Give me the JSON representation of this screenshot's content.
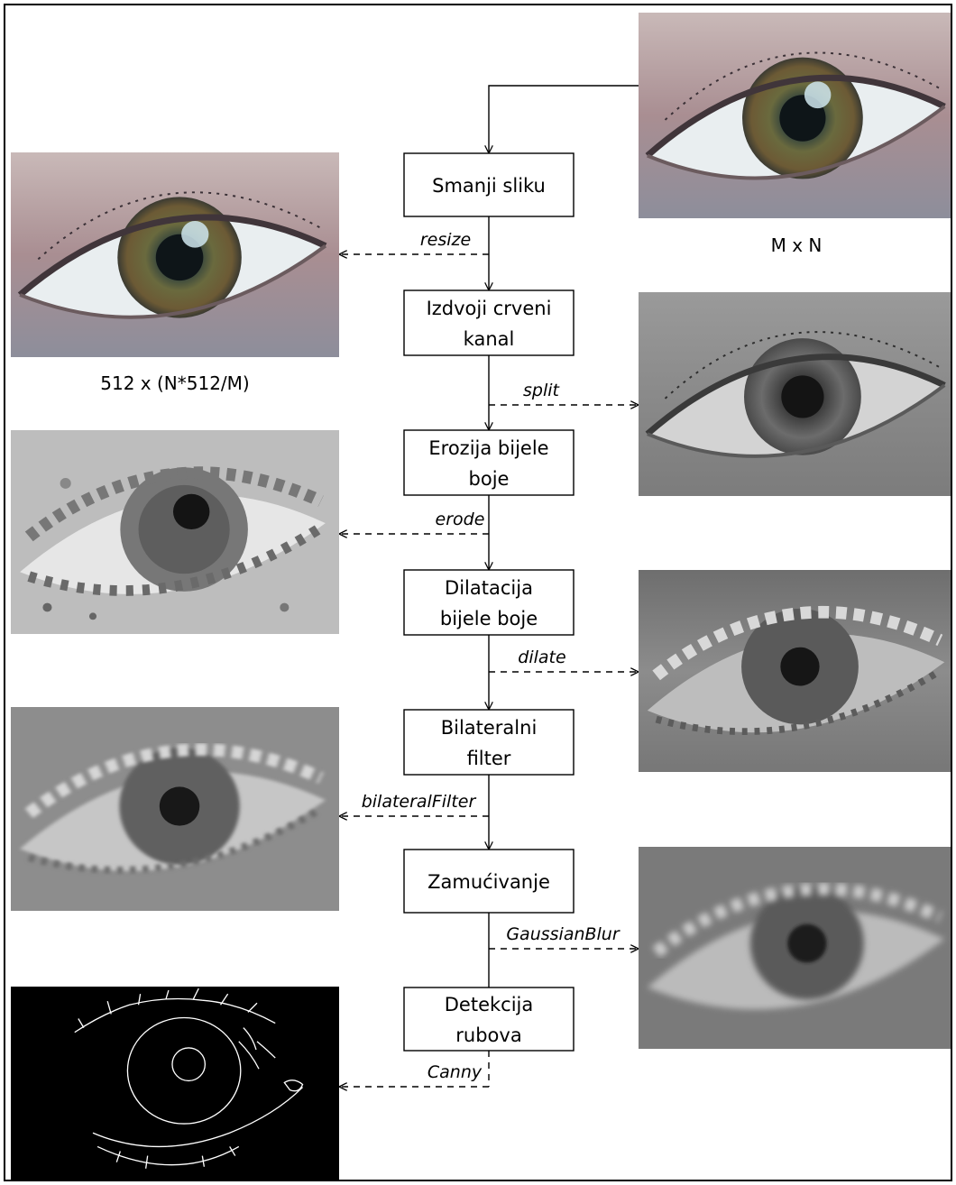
{
  "steps": [
    {
      "lines": [
        "Smanji sliku"
      ],
      "function": "resize"
    },
    {
      "lines": [
        "Izdvoji crveni",
        "kanal"
      ],
      "function": "split"
    },
    {
      "lines": [
        "Erozija bijele",
        "boje"
      ],
      "function": "erode"
    },
    {
      "lines": [
        "Dilatacija",
        "bijele boje"
      ],
      "function": "dilate"
    },
    {
      "lines": [
        "Bilateralni",
        "filter"
      ],
      "function": "bilateralFilter"
    },
    {
      "lines": [
        "Zamućivanje"
      ],
      "function": "GaussianBlur"
    },
    {
      "lines": [
        "Detekcija",
        "rubova"
      ],
      "function": "Canny"
    }
  ],
  "captions": {
    "input": "M x N",
    "resized": "512 x (N*512/M)"
  },
  "images": {
    "input": "eye-photo-color",
    "resized": "eye-photo-color-resized",
    "split": "eye-red-channel-grayscale",
    "erode": "eye-eroded-grayscale",
    "dilate": "eye-dilated-grayscale",
    "bilateralFilter": "eye-bilateral-grayscale",
    "GaussianBlur": "eye-blurred-grayscale",
    "Canny": "eye-edges-black"
  },
  "colors": {
    "line": "#000000",
    "box_fill": "#ffffff",
    "edge_background": "#000000",
    "edge_lines": "#ffffff"
  }
}
